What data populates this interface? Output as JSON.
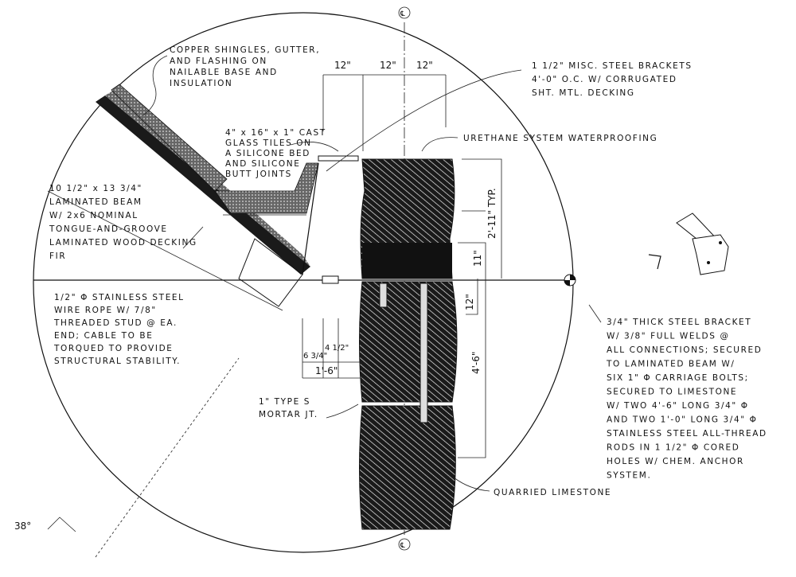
{
  "drawing": {
    "centerline_symbol": "℄",
    "angle_label": "38°",
    "dimensions": {
      "top": [
        "12\"",
        "12\"",
        "12\""
      ],
      "vertical_right": [
        "2'-11\" TYP.",
        "11\"",
        "12\"",
        "4'-6\""
      ],
      "bracket": [
        "6 3/4\"",
        "4 1/2\"",
        "1'-6\""
      ]
    },
    "notes": {
      "copper": [
        "COPPER SHINGLES, GUTTER,",
        "AND FLASHING ON",
        "NAILABLE BASE AND",
        "INSULATION"
      ],
      "glass": [
        "4\" x 16\" x 1\" CAST",
        "GLASS TILES ON",
        "A SILICONE BED",
        "AND SILICONE",
        "BUTT JOINTS"
      ],
      "steel_brackets": [
        "1 1/2\" MISC. STEEL BRACKETS",
        "4'-0\" O.C. W/ CORRUGATED",
        "SHT. MTL. DECKING"
      ],
      "urethane": [
        "URETHANE SYSTEM WATERPROOFING"
      ],
      "beam": [
        "10 1/2\" x 13 3/4\"",
        "LAMINATED BEAM",
        "W/ 2x6 NOMINAL",
        "TONGUE-AND-GROOVE",
        "LAMINATED WOOD DECKING",
        "FIR"
      ],
      "wire_rope": [
        "1/2\" Φ STAINLESS STEEL",
        "WIRE ROPE W/ 7/8\"",
        "THREADED STUD @ EA.",
        "END; CABLE TO BE",
        "TORQUED TO PROVIDE",
        "STRUCTURAL STABILITY."
      ],
      "mortar": [
        "1\" TYPE S",
        "MORTAR JT."
      ],
      "limestone": [
        "QUARRIED LIMESTONE"
      ],
      "steel_bracket": [
        "3/4\" THICK STEEL BRACKET",
        "W/ 3/8\" FULL WELDS @",
        "ALL CONNECTIONS; SECURED",
        "TO LAMINATED BEAM W/",
        "SIX 1\" Φ CARRIAGE BOLTS;",
        "SECURED TO LIMESTONE",
        "W/ TWO 4'-6\" LONG 3/4\" Φ",
        "AND TWO 1'-0\" LONG 3/4\" Φ",
        "STAINLESS STEEL ALL-THREAD",
        "RODS IN 1 1/2\" Φ CORED",
        "HOLES W/ CHEM. ANCHOR",
        "SYSTEM."
      ]
    }
  }
}
